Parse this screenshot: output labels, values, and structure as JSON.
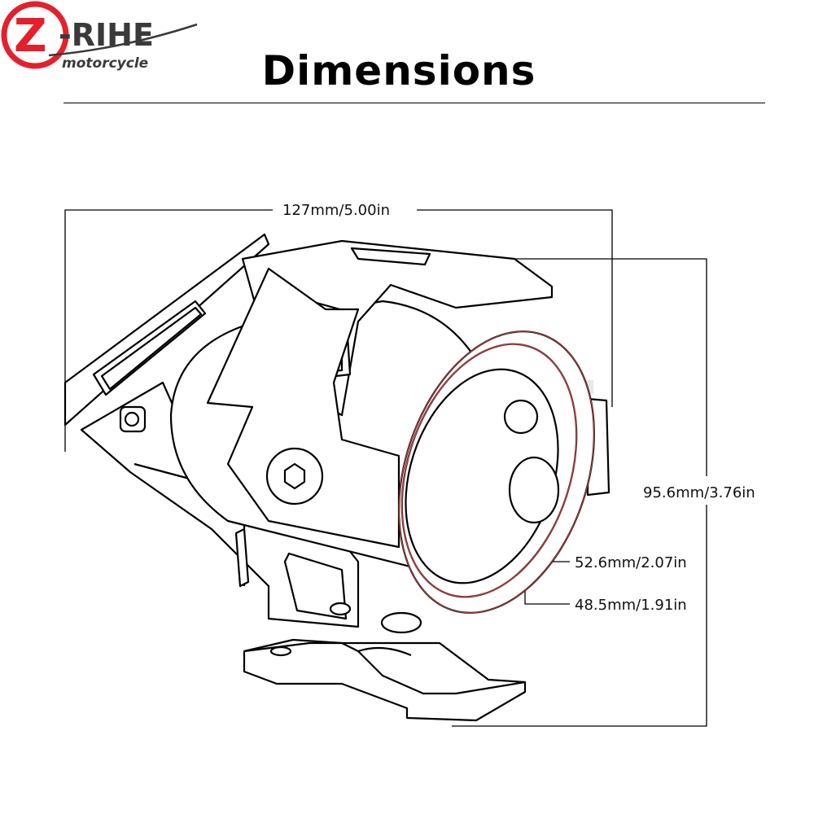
{
  "brand": {
    "name": "Z-RIHE",
    "tagline": "motorcycle",
    "colors": {
      "red": "#e5202a",
      "grey": "#3a3a3a"
    }
  },
  "title": "Dimensions",
  "dimensions": {
    "width": "127mm/5.00in",
    "height": "95.6mm/3.76in",
    "outer_diameter": "52.6mm/2.07in",
    "inner_diameter": "48.5mm/1.91in"
  },
  "watermark": "Z-RIHE",
  "colors": {
    "line": "#000000",
    "ring": "#b04040"
  }
}
